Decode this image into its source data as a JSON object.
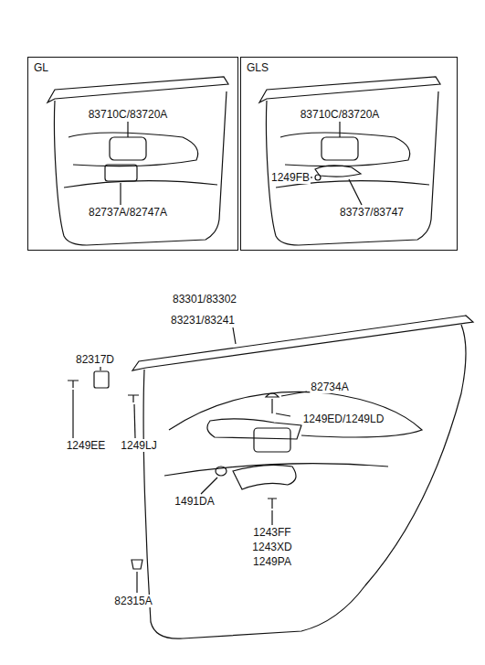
{
  "diagram": {
    "nodes": [
      {
        "text": [
          "GL"
        ]
      },
      {
        "text": [
          "GLS"
        ]
      }
    ],
    "labels": [
      "83710C/83720A",
      "82737A/82747A",
      "83710C/83720A",
      "1249FB",
      "83737/83747",
      "83301/83302",
      "83231/83241",
      "82317D",
      "82734A",
      "1249EE",
      "1249LJ",
      "1249ED/1249LD",
      "1491DA",
      "1243FF",
      "1243XD",
      "1249PA",
      "82315A"
    ]
  }
}
